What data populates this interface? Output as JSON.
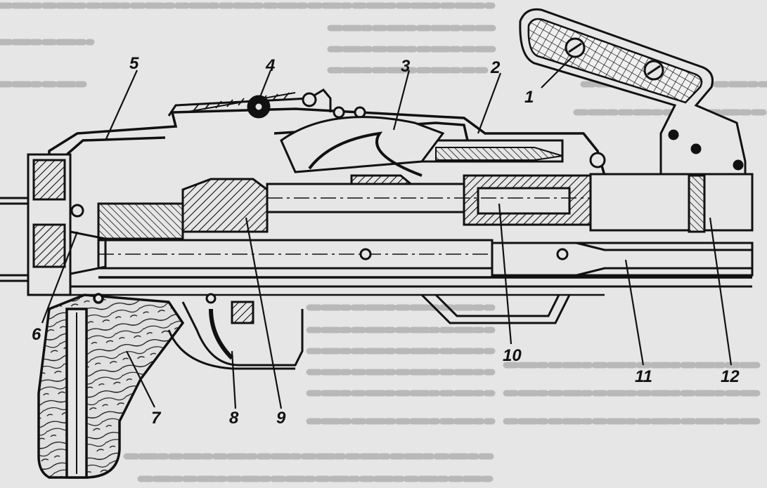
{
  "figure": {
    "kind": "technical cutaway drawing of a firearm receiver",
    "callouts": [
      {
        "id": "c1",
        "label": "1"
      },
      {
        "id": "c2",
        "label": "2"
      },
      {
        "id": "c3",
        "label": "3"
      },
      {
        "id": "c4",
        "label": "4"
      },
      {
        "id": "c5",
        "label": "5"
      },
      {
        "id": "c6",
        "label": "6"
      },
      {
        "id": "c7",
        "label": "7"
      },
      {
        "id": "c8",
        "label": "8"
      },
      {
        "id": "c9",
        "label": "9"
      },
      {
        "id": "c10",
        "label": "10"
      },
      {
        "id": "c11",
        "label": "11"
      },
      {
        "id": "c12",
        "label": "12"
      }
    ]
  },
  "colors": {
    "paper": "#e6e6e6",
    "ink": "#111111",
    "show_through": "#b8b8b8"
  }
}
